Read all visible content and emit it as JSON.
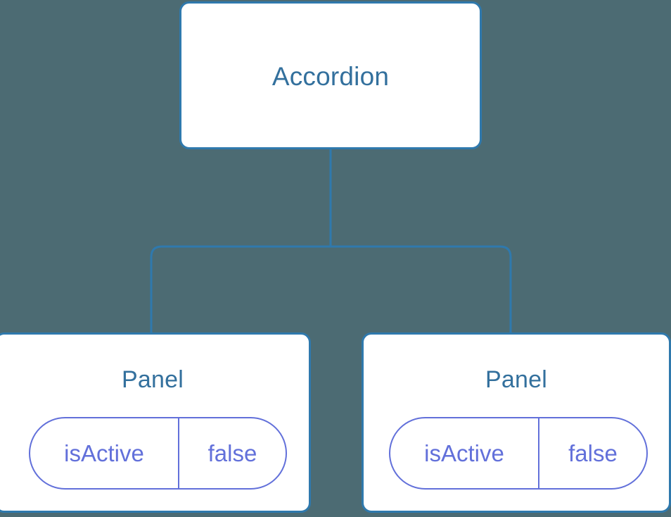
{
  "diagram": {
    "type": "component-tree",
    "background_color": "#4c6b73",
    "node_border_color": "#2f79ad",
    "node_fill_color": "#ffffff",
    "node_title_color": "#33709d",
    "prop_color": "#6270da",
    "edge_color": "#2f79ad",
    "root": {
      "title": "Accordion"
    },
    "children": [
      {
        "title": "Panel",
        "props": [
          {
            "key": "isActive",
            "value": "false"
          }
        ]
      },
      {
        "title": "Panel",
        "props": [
          {
            "key": "isActive",
            "value": "false"
          }
        ]
      }
    ]
  }
}
